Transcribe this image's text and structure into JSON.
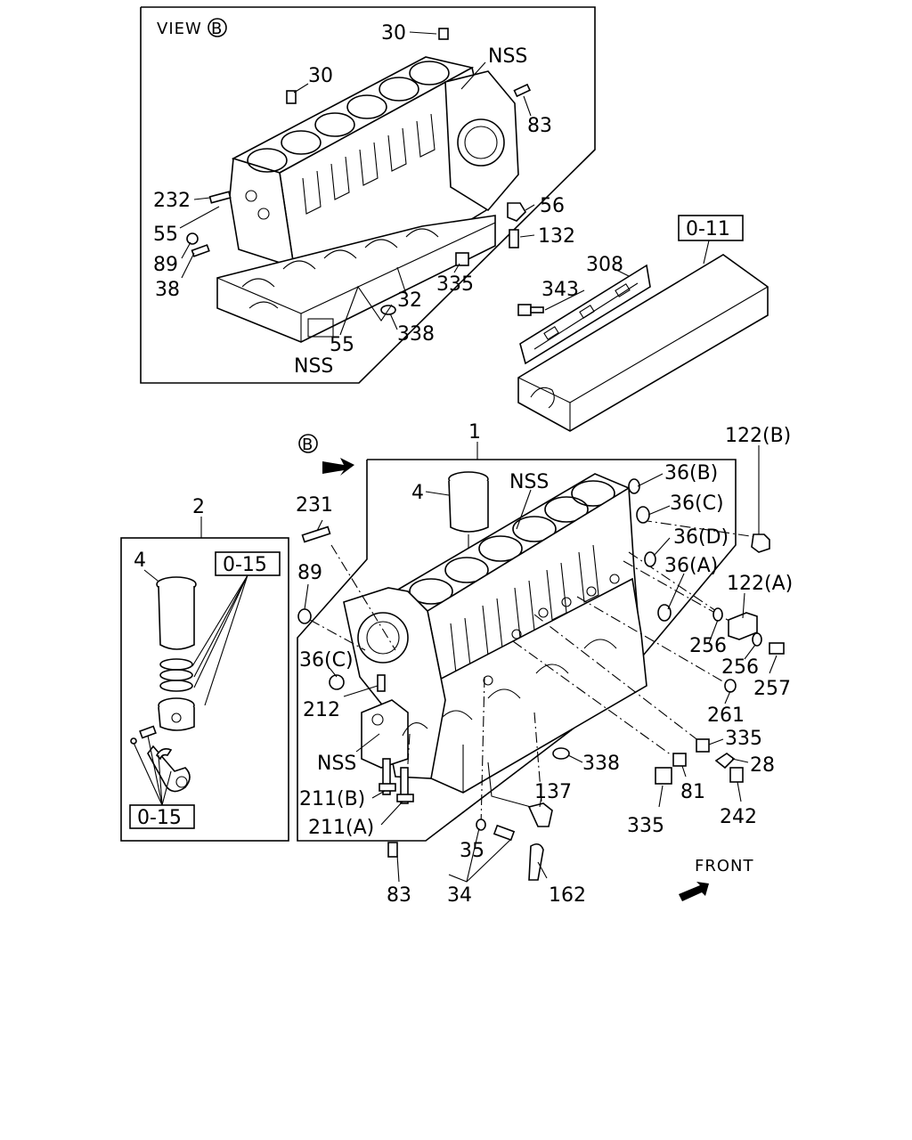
{
  "view": {
    "prefix": "VIEW",
    "marker": "B"
  },
  "view_b_labels": {
    "p30a": "30",
    "p30b": "30",
    "nss_top": "NSS",
    "p83": "83",
    "p232": "232",
    "p55a": "55",
    "p89": "89",
    "p38": "38",
    "p56": "56",
    "p132": "132",
    "p335": "335",
    "p32": "32",
    "p338": "338",
    "p55b": "55",
    "nss_bottom": "NSS"
  },
  "gasket_labels": {
    "ref": "0-11",
    "p308": "308",
    "p343": "343"
  },
  "piston_group": {
    "p2": "2",
    "p4": "4",
    "ref_top": "0-15",
    "ref_bottom": "0-15"
  },
  "main_labels": {
    "view_marker": "B",
    "p1": "1",
    "p4": "4",
    "nss_top": "NSS",
    "p36b": "36(B)",
    "p36c_right": "36(C)",
    "p36d": "36(D)",
    "p36a": "36(A)",
    "p122b": "122(B)",
    "p122a": "122(A)",
    "p231": "231",
    "p89": "89",
    "p36c_left": "36(C)",
    "p212": "212",
    "nss_left": "NSS",
    "p211b": "211(B)",
    "p211a": "211(A)",
    "p256a": "256",
    "p256b": "256",
    "p257": "257",
    "p261": "261",
    "p335a": "335",
    "p28": "28",
    "p338": "338",
    "p81": "81",
    "p137": "137",
    "p242": "242",
    "p335b": "335",
    "p35": "35",
    "p34": "34",
    "p83": "83",
    "p162": "162",
    "front": "FRONT"
  }
}
